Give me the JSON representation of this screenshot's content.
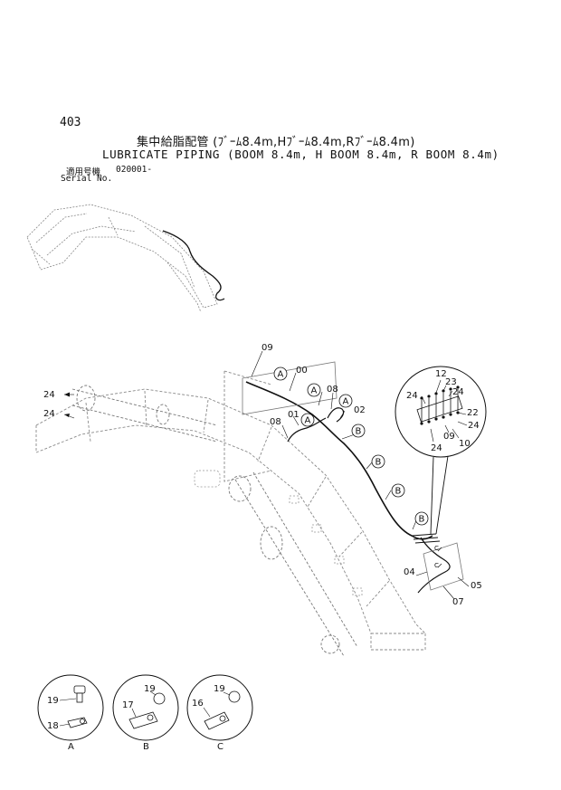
{
  "header": {
    "page_number": "403",
    "title_jp": "集中給脂配管 (ﾌﾞｰﾑ8.4m,Hﾌﾞｰﾑ8.4m,Rﾌﾞｰﾑ8.4m)",
    "title_en": "LUBRICATE PIPING (BOOM 8.4m, H BOOM 8.4m, R BOOM 8.4m)",
    "serial_label_jp": "適用号機",
    "serial_value": "020001-",
    "serial_label_en": "Serial No."
  },
  "callouts": {
    "p09": "09",
    "p00": "00",
    "p08a": "08",
    "p08b": "08",
    "p01": "01",
    "p02": "02",
    "p24a": "24",
    "p24b": "24",
    "p04": "04",
    "p05": "05",
    "p07": "07",
    "d12": "12",
    "d23": "23",
    "d24a": "24",
    "d24b": "24",
    "d22": "22",
    "d24c": "24",
    "d10": "10",
    "d09": "09",
    "d24d": "24"
  },
  "circle_labels": {
    "a1": "A",
    "a2": "A",
    "a3": "A",
    "a4": "A",
    "b1": "B",
    "b2": "B",
    "b3": "B",
    "b4": "B",
    "c1": "C",
    "c2": "C"
  },
  "details": {
    "A": {
      "label": "A",
      "part_top": "19",
      "part_bottom": "18"
    },
    "B": {
      "label": "B",
      "part_top": "19",
      "part_bottom": "17"
    },
    "C": {
      "label": "C",
      "part_top": "19",
      "part_bottom": "16"
    }
  }
}
